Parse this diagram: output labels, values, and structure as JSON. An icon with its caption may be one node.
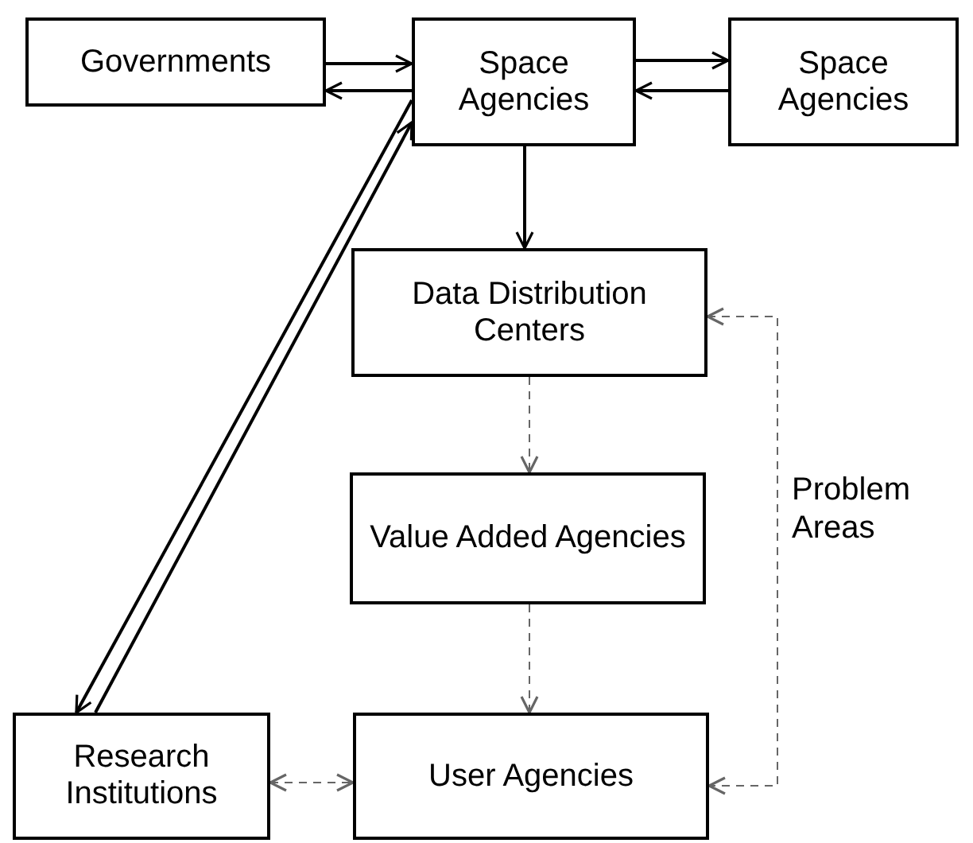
{
  "diagram": {
    "nodes": [
      {
        "text": [
          "Governments"
        ]
      },
      {
        "text": [
          "Space Agencies"
        ]
      },
      {
        "text": [
          "Space Agencies"
        ]
      },
      {
        "text": [
          "Data Distribution Centers"
        ]
      },
      {
        "text": [
          "Value Added Agencies"
        ]
      },
      {
        "text": [
          "Research Institutions"
        ]
      },
      {
        "text": [
          "User Agencies"
        ]
      }
    ],
    "edges": [
      {
        "from": 0,
        "to": 1,
        "arrow": "to"
      },
      {
        "from": 1,
        "to": 0,
        "arrow": "to"
      },
      {
        "from": 1,
        "to": 2,
        "arrow": "to"
      },
      {
        "from": 2,
        "to": 1,
        "arrow": "to"
      },
      {
        "from": 1,
        "to": 3,
        "arrow": "to"
      },
      {
        "from": 5,
        "to": 1,
        "arrow": "to"
      },
      {
        "from": 1,
        "to": 5,
        "arrow": "to"
      },
      {
        "from": 3,
        "to": 4,
        "arrow": "to",
        "style": "dashed",
        "color": "#666666"
      },
      {
        "from": 4,
        "to": 6,
        "arrow": "to",
        "style": "dashed",
        "color": "#666666"
      },
      {
        "from": 5,
        "to": 6,
        "arrow": "both",
        "style": "dashed",
        "color": "#666666"
      },
      {
        "from": 3,
        "to": 6,
        "arrow": "both",
        "style": "dashed",
        "color": "#666666",
        "label": "Problem Areas"
      }
    ]
  }
}
